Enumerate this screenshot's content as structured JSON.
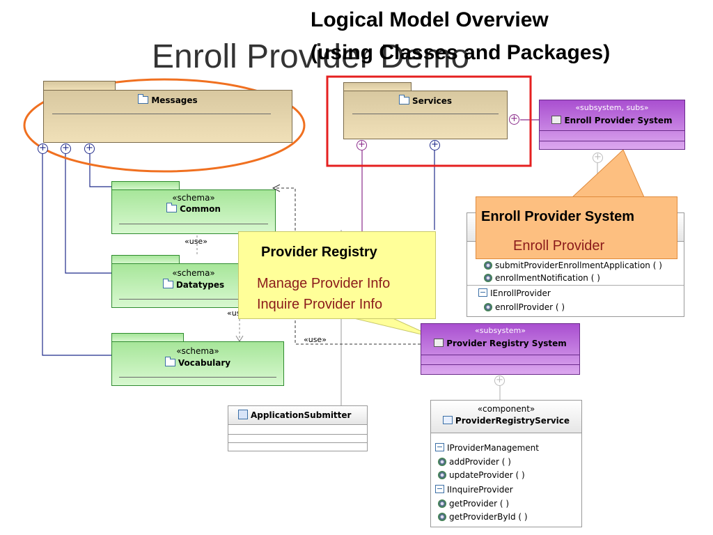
{
  "slide": {
    "title": "Enroll Provider Demo",
    "header_line1": "Logical Model Overview",
    "header_line2": "(using Classes and Packages)"
  },
  "packages": {
    "messages": {
      "name": "Messages"
    },
    "services": {
      "name": "Services"
    },
    "common": {
      "stereotype": "«schema»",
      "name": "Common"
    },
    "datatypes": {
      "stereotype": "«schema»",
      "name": "Datatypes"
    },
    "vocabulary": {
      "stereotype": "«schema»",
      "name": "Vocabulary"
    }
  },
  "subsystems": {
    "enroll": {
      "stereotype": "«subsystem, subs»",
      "name": "Enroll Provider System"
    },
    "registry": {
      "stereotype": "«subsystem»",
      "name": "Provider Registry System"
    }
  },
  "enroll_class": {
    "ops": [
      "submitProviderEnrollmentApplication ( )",
      "enrollmentNotification ( )"
    ],
    "interface": "IEnrollProvider",
    "interface_op": "enrollProvider ( )"
  },
  "application_submitter": {
    "name": "ApplicationSubmitter"
  },
  "component": {
    "stereotype": "«component»",
    "name": "ProviderRegistryService",
    "iface1": "IProviderManagement",
    "iface1_ops": [
      "addProvider ( )",
      "updateProvider ( )"
    ],
    "iface2": "IInquireProvider",
    "iface2_ops": [
      "getProvider ( )",
      "getProviderById ( )"
    ]
  },
  "dependencies": {
    "use_label": "«use»"
  },
  "callouts": {
    "registry": {
      "title": "Provider Registry",
      "line1": "Manage Provider Info",
      "line2": "Inquire Provider Info"
    },
    "enroll": {
      "title": "Enroll Provider System",
      "line1": "Enroll Provider"
    }
  },
  "colors": {
    "highlight_rect": "#e52020",
    "highlight_ellipse": "#f07020",
    "package_tan": "#e8d6a8",
    "package_green": "#b8f0a8",
    "subsystem_purple": "#c070e0",
    "callout_yellow": "#ffff99",
    "callout_orange": "#fdbf80"
  }
}
